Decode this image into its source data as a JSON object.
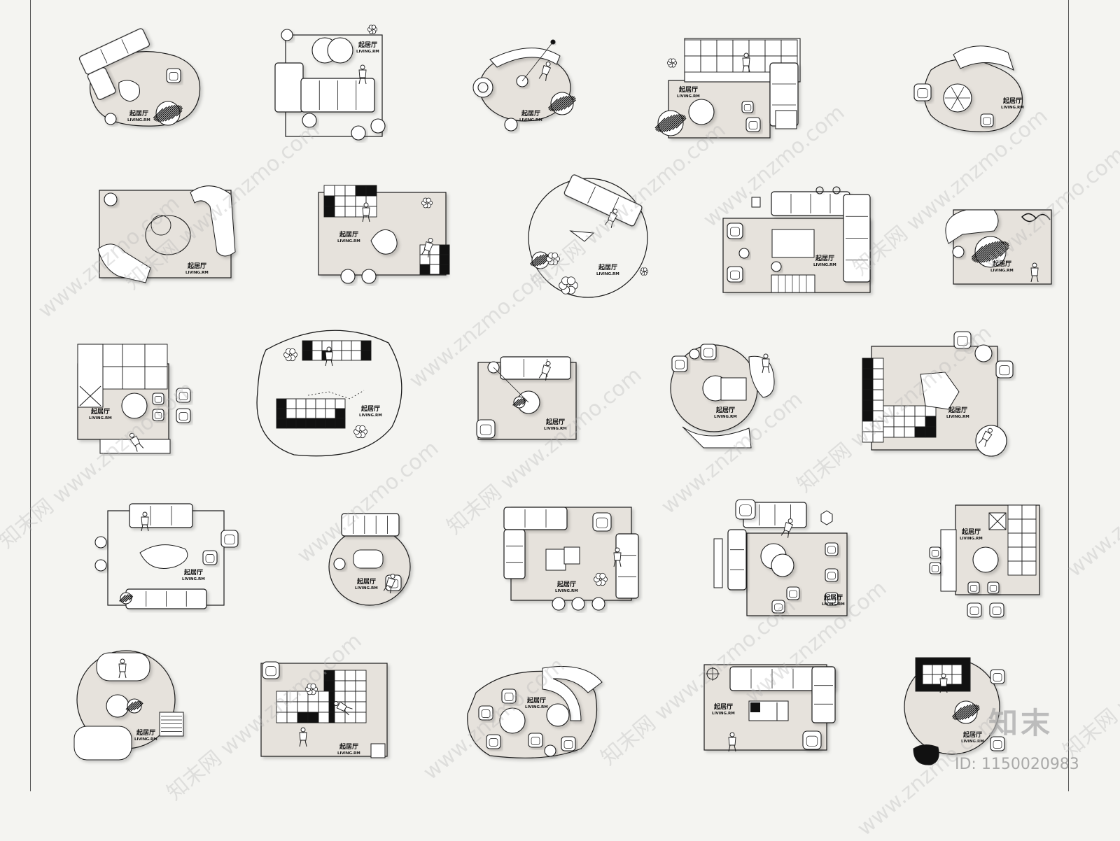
{
  "plan_label": {
    "cn": "起居厅",
    "en": "LIVING.RM"
  },
  "watermark": "www.znzmo.com",
  "watermark_cn": "知末网",
  "brand_logo": "知末",
  "image_id": "ID: 1150020983",
  "colors": {
    "background": "#f4f4f1",
    "rug": "#e6e2dc",
    "line": "#1a1a1a",
    "fill_dark": "#111111"
  },
  "plans": [
    {
      "id": "plan-1",
      "rug": "blob"
    },
    {
      "id": "plan-2",
      "rug": "rect"
    },
    {
      "id": "plan-3",
      "rug": "blob"
    },
    {
      "id": "plan-4",
      "rug": "rect"
    },
    {
      "id": "plan-5",
      "rug": "blob"
    },
    {
      "id": "plan-6",
      "rug": "rect"
    },
    {
      "id": "plan-7",
      "rug": "rect"
    },
    {
      "id": "plan-8",
      "rug": "circle-outline"
    },
    {
      "id": "plan-9",
      "rug": "rect"
    },
    {
      "id": "plan-10",
      "rug": "rect"
    },
    {
      "id": "plan-11",
      "rug": "rect"
    },
    {
      "id": "plan-12",
      "rug": "blob-outline"
    },
    {
      "id": "plan-13",
      "rug": "rect"
    },
    {
      "id": "plan-14",
      "rug": "circle"
    },
    {
      "id": "plan-15",
      "rug": "rect"
    },
    {
      "id": "plan-16",
      "rug": "rect-outline"
    },
    {
      "id": "plan-17",
      "rug": "circle"
    },
    {
      "id": "plan-18",
      "rug": "rect"
    },
    {
      "id": "plan-19",
      "rug": "rect"
    },
    {
      "id": "plan-20",
      "rug": "rect"
    },
    {
      "id": "plan-21",
      "rug": "circle"
    },
    {
      "id": "plan-22",
      "rug": "rect"
    },
    {
      "id": "plan-23",
      "rug": "blob"
    },
    {
      "id": "plan-24",
      "rug": "rect"
    },
    {
      "id": "plan-25",
      "rug": "circle"
    }
  ]
}
